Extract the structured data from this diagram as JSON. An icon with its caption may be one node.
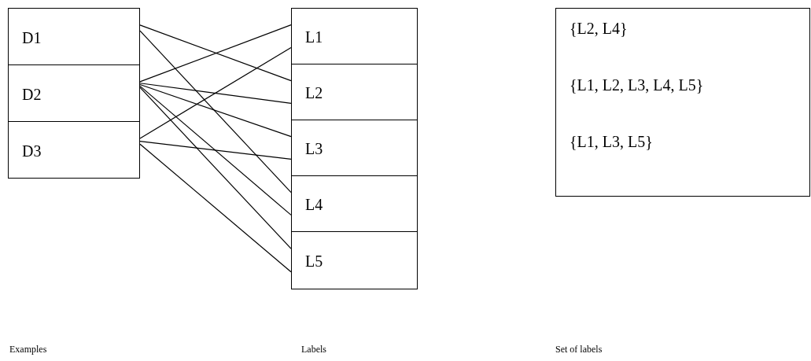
{
  "diagram": {
    "nodes": [
      {
        "text": [
          "D1"
        ]
      },
      {
        "text": [
          "D2"
        ]
      },
      {
        "text": [
          "D3"
        ]
      },
      {
        "text": [
          "L1"
        ]
      },
      {
        "text": [
          "L2"
        ]
      },
      {
        "text": [
          "L3"
        ]
      },
      {
        "text": [
          "L4"
        ]
      },
      {
        "text": [
          "L5"
        ]
      },
      {
        "text": [
          "{L2, L4}",
          "{L1, L2, L3, L4, L5}",
          "{L1, L3, L5}"
        ]
      }
    ],
    "edges": [
      {
        "from": 0,
        "to": 4,
        "arrow": "none"
      },
      {
        "from": 0,
        "to": 6,
        "arrow": "none"
      },
      {
        "from": 1,
        "to": 3,
        "arrow": "none"
      },
      {
        "from": 1,
        "to": 4,
        "arrow": "none"
      },
      {
        "from": 1,
        "to": 5,
        "arrow": "none"
      },
      {
        "from": 1,
        "to": 6,
        "arrow": "none"
      },
      {
        "from": 1,
        "to": 7,
        "arrow": "none"
      },
      {
        "from": 2,
        "to": 3,
        "arrow": "none"
      },
      {
        "from": 2,
        "to": 5,
        "arrow": "none"
      },
      {
        "from": 2,
        "to": 7,
        "arrow": "none"
      }
    ],
    "labels": [
      "Examples",
      "Labels",
      "Set of labels"
    ]
  }
}
